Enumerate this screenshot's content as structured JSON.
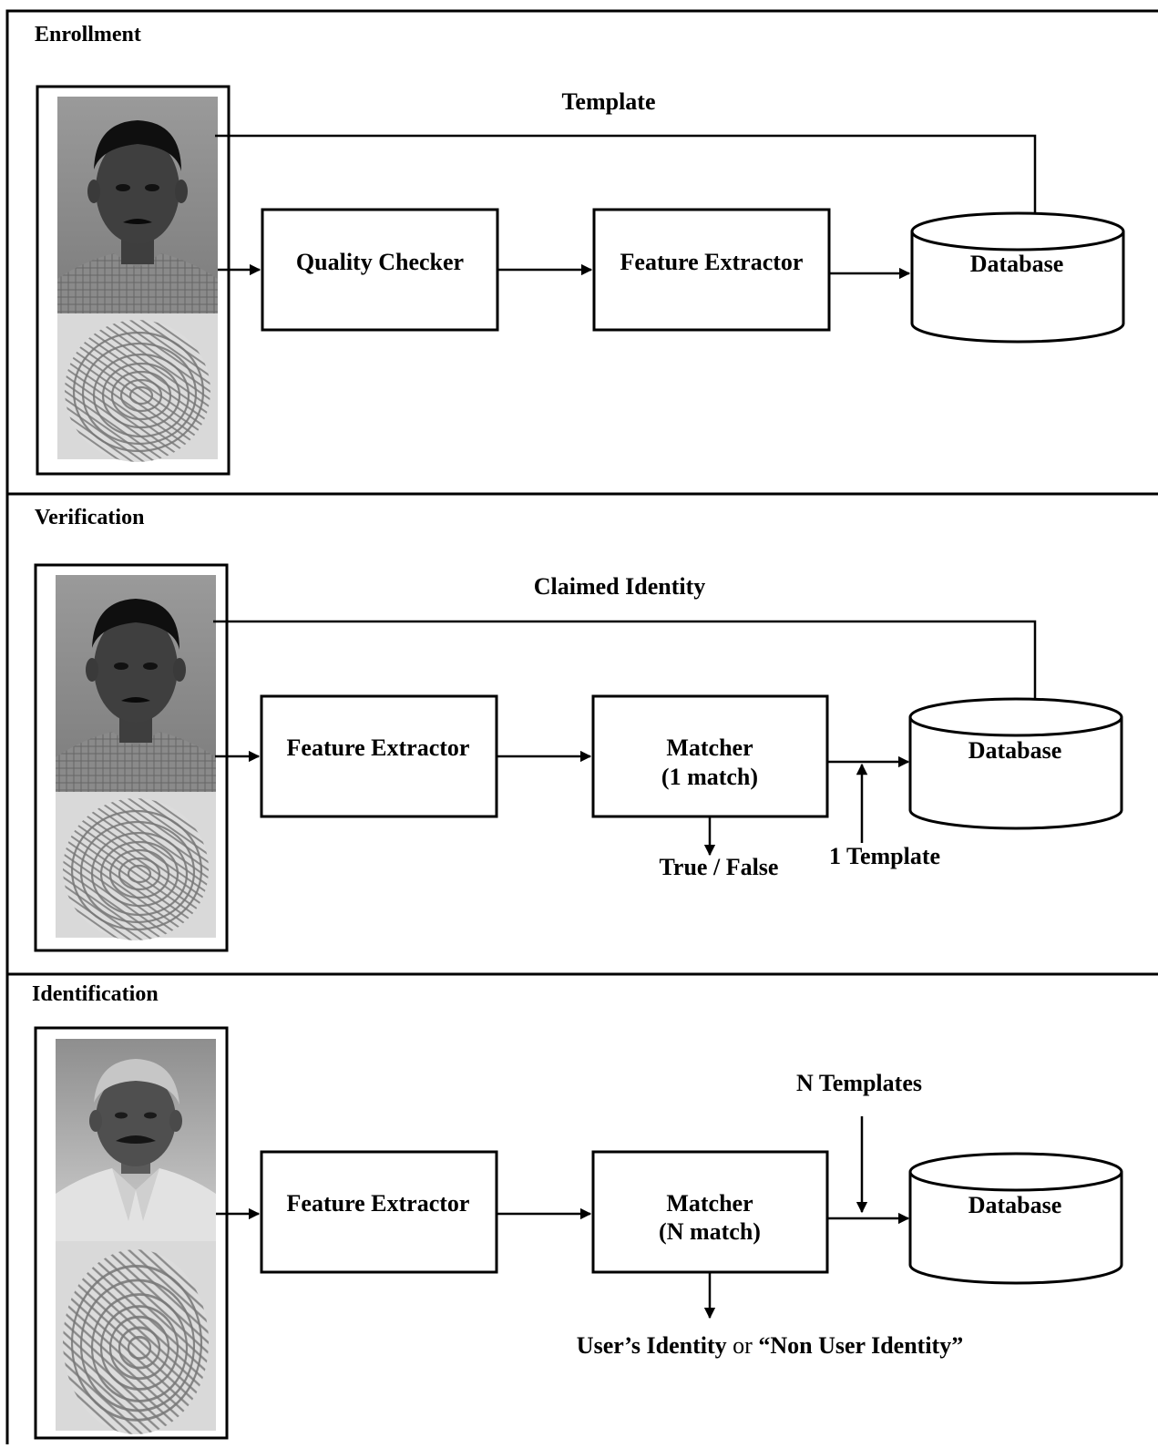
{
  "panels": {
    "enrollment": {
      "title": "Enrollment",
      "edge_label": "Template",
      "box1": "Quality Checker",
      "box2": "Feature Extractor",
      "database": "Database"
    },
    "verification": {
      "title": "Verification",
      "edge_label": "Claimed Identity",
      "box1": "Feature Extractor",
      "matcher_line1": "Matcher",
      "matcher_line2": "(1 match)",
      "output": "True / False",
      "template_label": "1 Template",
      "database": "Database"
    },
    "identification": {
      "title": "Identification",
      "templates_label": "N Templates",
      "box1": "Feature Extractor",
      "matcher_line1": "Matcher",
      "matcher_line2": "(N match)",
      "output_part1": "User’s Identity",
      "output_or": " or ",
      "output_part2": "“Non User Identity”",
      "database": "Database"
    }
  }
}
